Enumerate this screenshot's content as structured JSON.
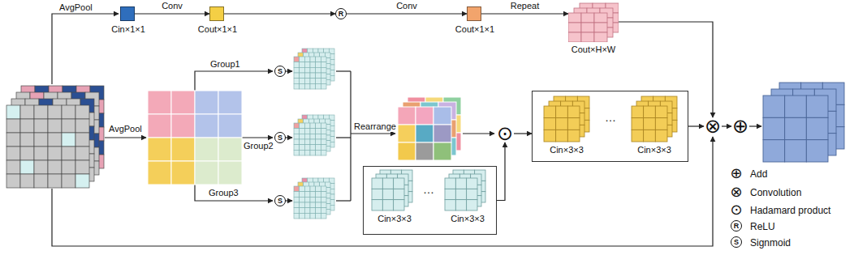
{
  "diagram": {
    "nodes": [
      {
        "text": [
          "Cin×1×1"
        ]
      },
      {
        "text": [
          "Cout×1×1"
        ]
      },
      {
        "text": [
          "R"
        ]
      },
      {
        "text": [
          "Cout×1×1"
        ]
      },
      {
        "text": [
          "Cout×H×W"
        ]
      },
      {
        "text": [
          "S"
        ]
      },
      {
        "text": [
          "S"
        ]
      },
      {
        "text": [
          "S"
        ]
      },
      {
        "text": [
          "⊙"
        ]
      },
      {
        "text": [
          "Cin×3×3",
          "…",
          "Cin×3×3"
        ]
      },
      {
        "text": [
          "Cin×3×3",
          "…",
          "Cin×3×3"
        ]
      },
      {
        "text": [
          "⊗"
        ]
      },
      {
        "text": [
          "⊕"
        ]
      }
    ],
    "edges": [
      {
        "from": 0,
        "to": 1,
        "label": "Conv",
        "arrow": "to"
      },
      {
        "from": 1,
        "to": 2,
        "arrow": "to"
      },
      {
        "from": 2,
        "to": 3,
        "label": "Conv",
        "arrow": "to"
      },
      {
        "from": 3,
        "to": 4,
        "label": "Repeat",
        "arrow": "to"
      },
      {
        "from": 4,
        "to": 11,
        "arrow": "to"
      },
      {
        "from": 9,
        "to": 8,
        "arrow": "to"
      },
      {
        "from": 8,
        "to": 10,
        "arrow": "to"
      },
      {
        "from": 10,
        "to": 11,
        "arrow": "to"
      },
      {
        "from": 11,
        "to": 12,
        "arrow": "to"
      }
    ],
    "labels": [
      "AvgPool",
      "AvgPool",
      "Group1",
      "Group2",
      "Group3",
      "Rearrange",
      "⊕",
      "⊗",
      "⊙",
      "R",
      "S"
    ],
    "legend": [
      {
        "text": "Add"
      },
      {
        "text": "Convolution"
      },
      {
        "text": "Hadamard product"
      },
      {
        "text": "ReLU"
      },
      {
        "text": "Signmoid"
      }
    ]
  }
}
